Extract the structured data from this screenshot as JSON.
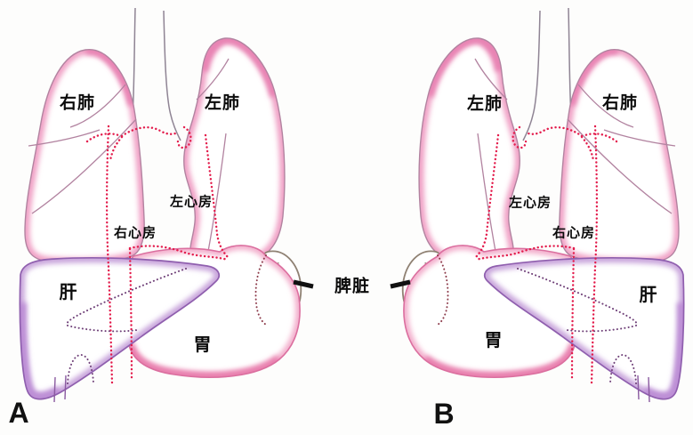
{
  "figure_type": "anatomical-diagram-two-panels-mirror-image",
  "panels": [
    {
      "letter": "A",
      "labels": {
        "right_lung": "右肺",
        "left_lung": "左肺",
        "left_atrium": "左心房",
        "right_atrium": "右心房",
        "liver": "肝",
        "stomach": "胃"
      }
    },
    {
      "letter": "B",
      "labels": {
        "left_lung": "左肺",
        "right_lung": "右肺",
        "left_atrium": "左心房",
        "right_atrium": "右心房",
        "stomach": "胃",
        "liver": "肝"
      }
    }
  ],
  "shared": {
    "spleen_label": "脾脏"
  },
  "colors": {
    "background": "#fdfdfc",
    "lung_outline": "#b283a0",
    "lung_shade": "#f0a2c6",
    "lung_shade_dark": "#e884b4",
    "trachea_gray": "#8f8494",
    "dotted_red": "#e31c4c",
    "liver_outline": "#8f5fae",
    "liver_shade": "#c9a6dc",
    "stomach_outline": "#db6f9f",
    "stomach_shade": "#f3afcc",
    "spleen_outline": "#8f8173",
    "hidden_dotted_purple": "#6f4078",
    "hidden_dotted_red": "#8c3a4a",
    "pointer_dash": "#111111",
    "label_text": "#0b0b0b"
  }
}
